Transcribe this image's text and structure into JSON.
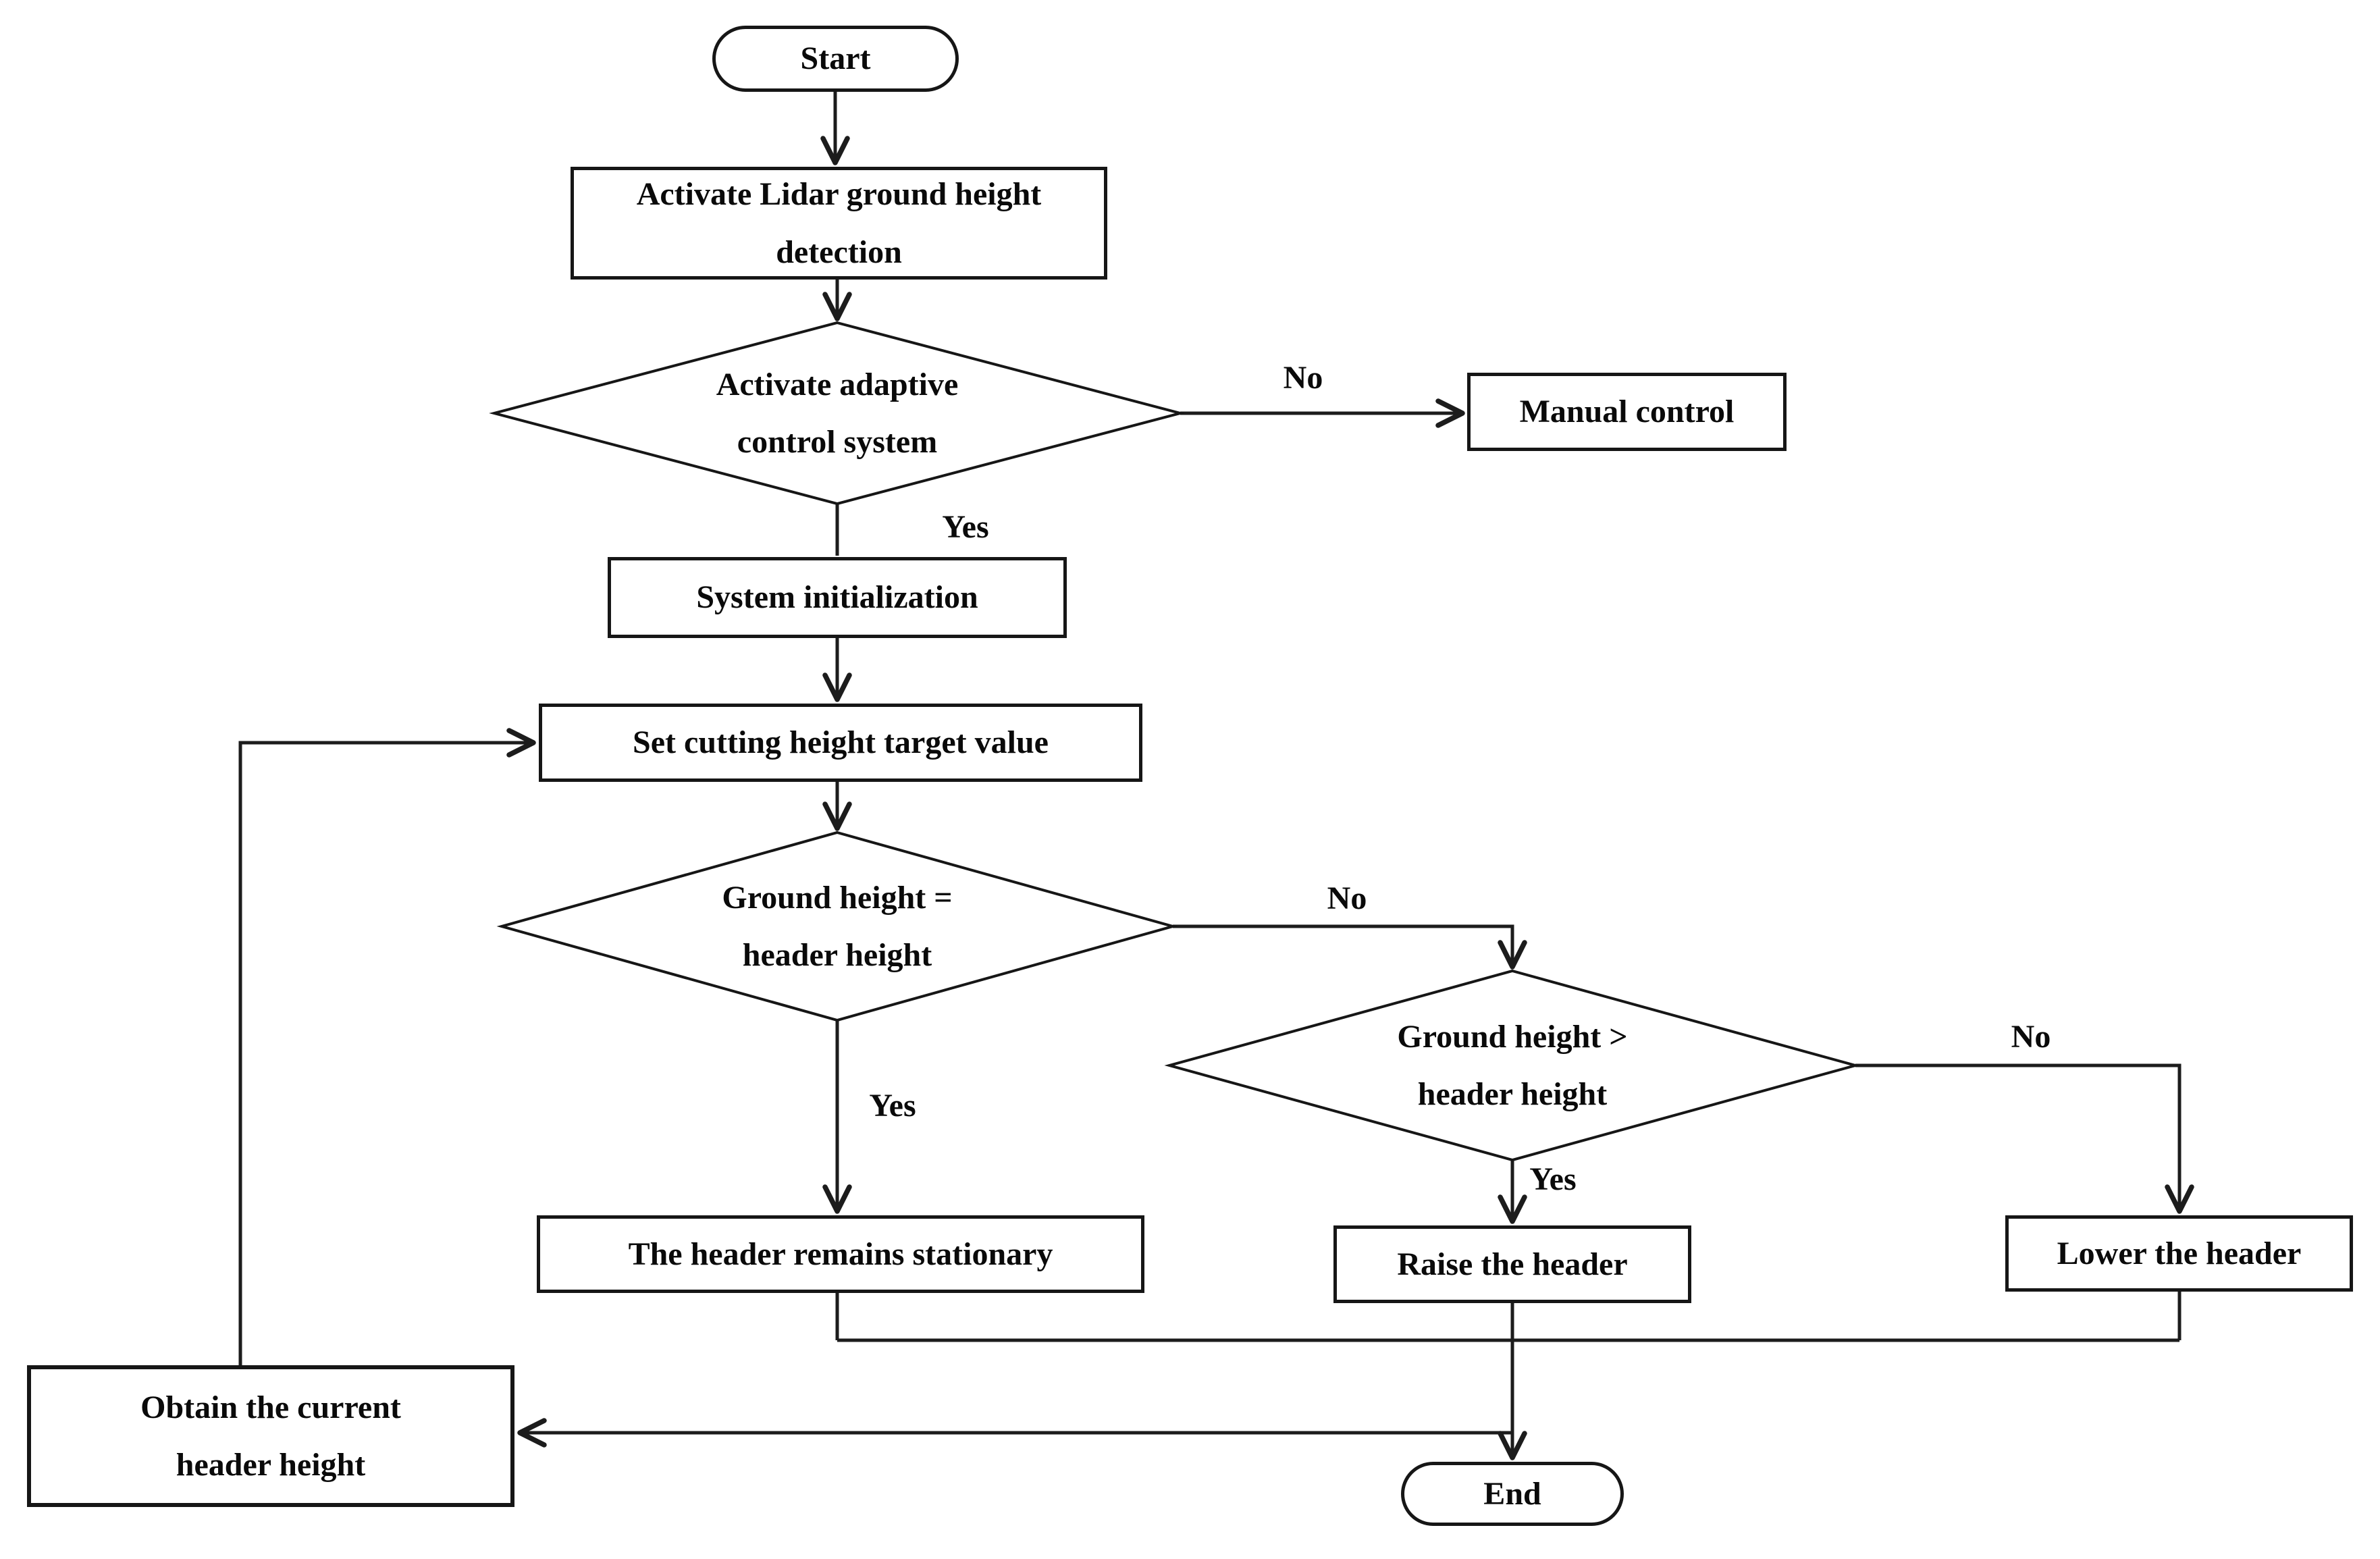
{
  "flowchart": {
    "background_color": "#ffffff",
    "line_color": "#1c1c1c",
    "text_color": "#0a0a0a",
    "nodes": {
      "start": "Start",
      "activate_lidar": "Activate Lidar ground height detection",
      "adaptive_decision": "Activate adaptive control system",
      "manual_control": "Manual control",
      "system_init": "System initialization",
      "set_target": "Set cutting height target value",
      "eq_decision": "Ground height = header height",
      "gt_decision": "Ground height > header height",
      "stationary": "The header remains stationary",
      "raise": "Raise the header",
      "lower": "Lower the header",
      "obtain": "Obtain the current header height",
      "end": "End"
    },
    "labels": {
      "adaptive_no": "No",
      "adaptive_yes": "Yes",
      "eq_no": "No",
      "eq_yes": "Yes",
      "gt_no": "No",
      "gt_yes": "Yes"
    }
  }
}
